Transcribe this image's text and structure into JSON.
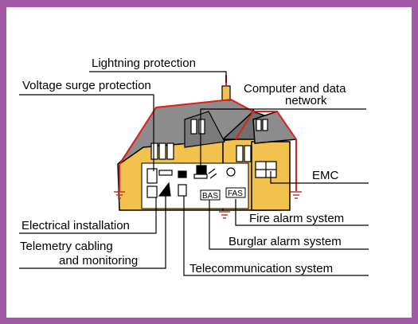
{
  "labels": {
    "lightning": "Lightning protection",
    "voltage_surge": "Voltage surge protection",
    "computer_line1": "Computer and data",
    "computer_line2": "network",
    "emc": "EMC",
    "electrical": "Electrical installation",
    "telemetry_line1": "Telemetry cabling",
    "telemetry_line2": "and monitoring",
    "fire_alarm": "Fire alarm system",
    "burglar_alarm": "Burglar alarm system",
    "telecom": "Telecommunication system"
  },
  "device_tags": {
    "bas": "BAS",
    "fas": "FAS"
  },
  "colors": {
    "border": "#a35aa6",
    "roof": "#8c8c8c",
    "wall": "#f2c14e",
    "lightning_conductor": "#e0201c",
    "ground": "#b43a2a"
  }
}
